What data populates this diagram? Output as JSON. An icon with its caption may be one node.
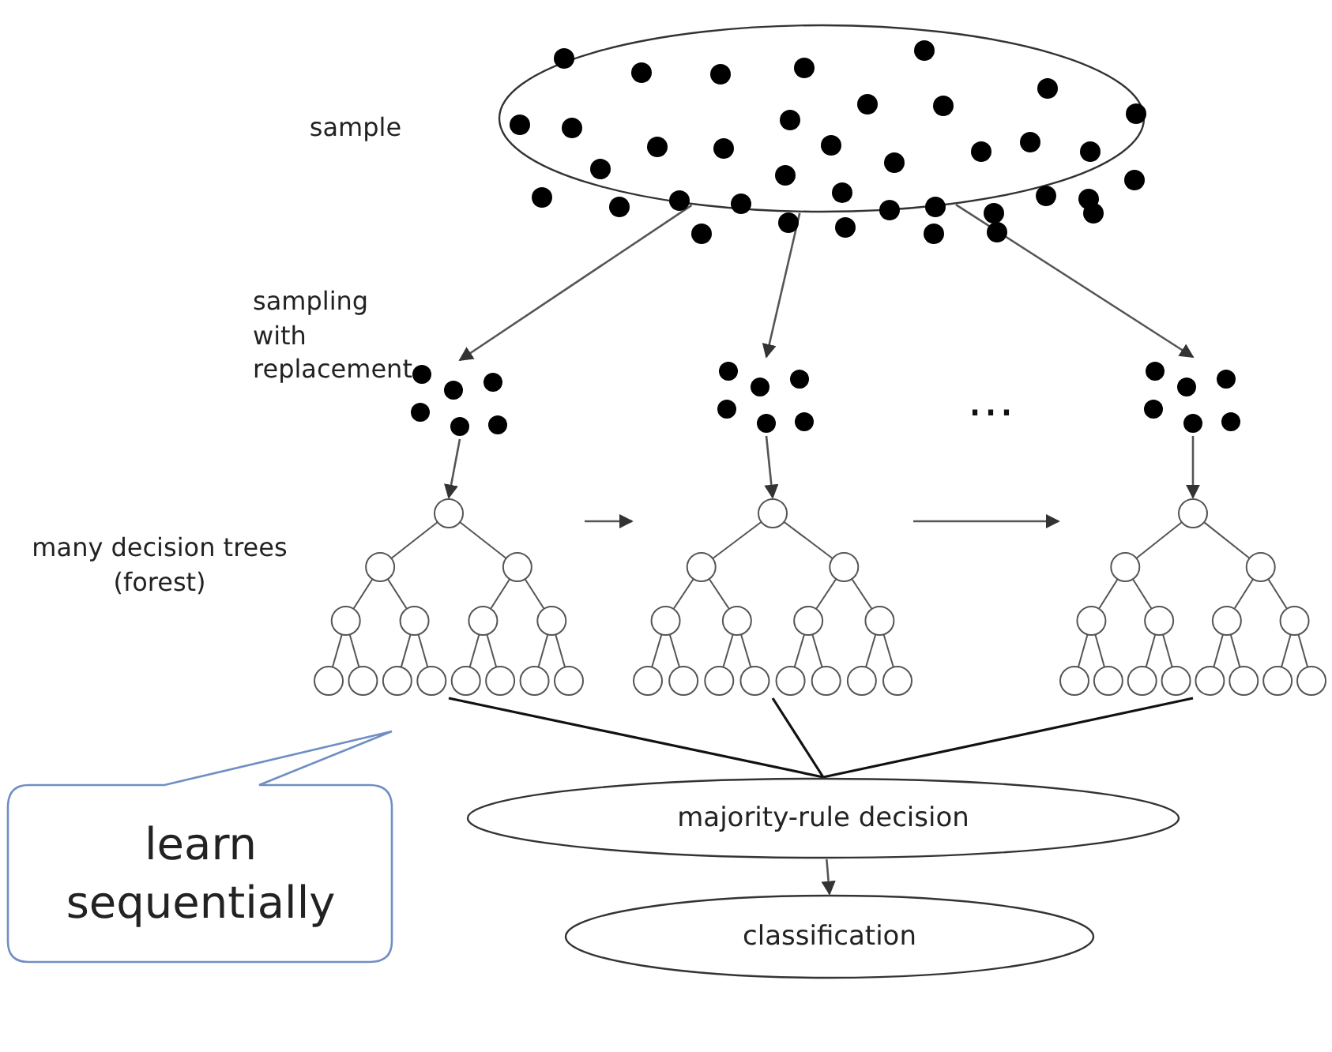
{
  "diagram": {
    "nodes": [
      {
        "text": [],
        "shape": "ellipse",
        "beside": [
          "sample"
        ]
      },
      {
        "text": [],
        "shape": "dots"
      },
      {
        "text": [],
        "shape": "dots"
      },
      {
        "text": [],
        "shape": "dots"
      },
      {
        "text": [],
        "shape": "tree",
        "beside": [
          "many decision trees (forest)"
        ]
      },
      {
        "text": [],
        "shape": "tree"
      },
      {
        "text": [],
        "shape": "tree"
      },
      {
        "text": [
          "learn sequentially"
        ]
      },
      {
        "text": [
          "majority-rule decision"
        ]
      },
      {
        "text": [
          "classification"
        ]
      }
    ],
    "edges": [
      {
        "from": 0,
        "to": 1,
        "arrow": "to",
        "label": "sampling with replacement"
      },
      {
        "from": 0,
        "to": 2,
        "arrow": "to"
      },
      {
        "from": 0,
        "to": 3,
        "arrow": "to"
      },
      {
        "from": 1,
        "to": 4,
        "arrow": "to"
      },
      {
        "from": 2,
        "to": 5,
        "arrow": "to"
      },
      {
        "from": 3,
        "to": 6,
        "arrow": "to"
      },
      {
        "from": 4,
        "to": 5,
        "arrow": "to"
      },
      {
        "from": 5,
        "to": 6,
        "arrow": "to"
      },
      {
        "from": 4,
        "to": 8,
        "arrow": "none"
      },
      {
        "from": 5,
        "to": 8,
        "arrow": "none"
      },
      {
        "from": 6,
        "to": 8,
        "arrow": "none"
      },
      {
        "from": 8,
        "to": 9,
        "arrow": "to"
      }
    ],
    "labels": [
      "…"
    ]
  }
}
